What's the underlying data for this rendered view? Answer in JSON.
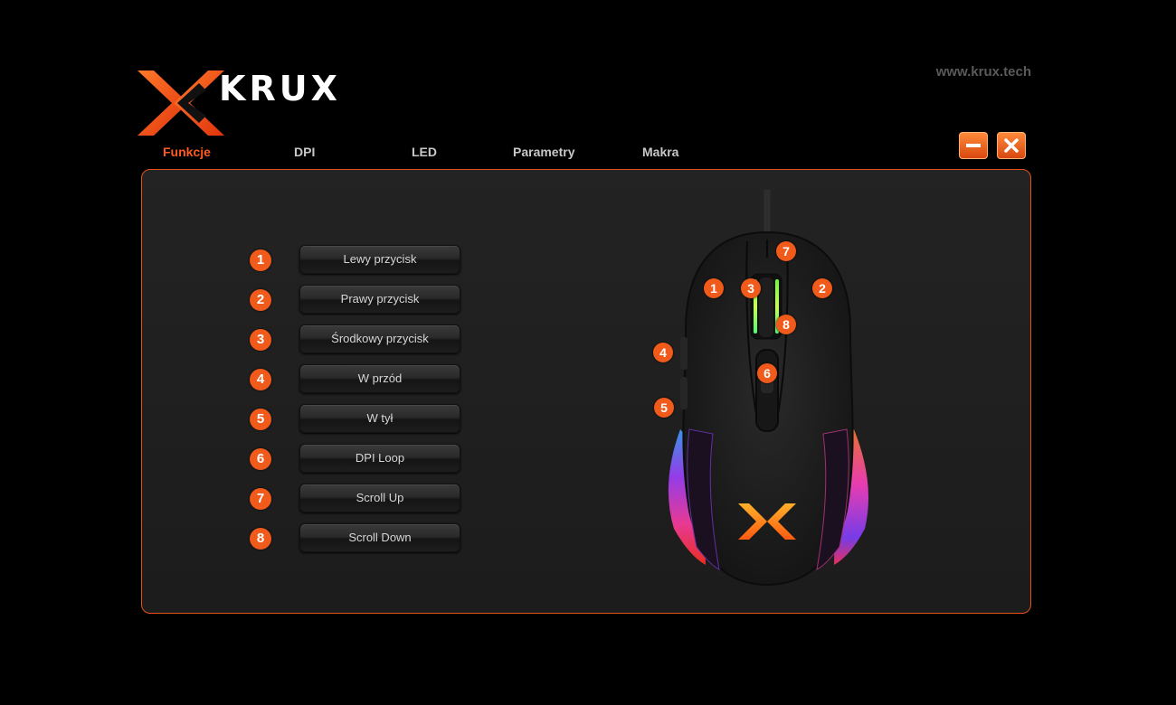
{
  "brand": {
    "name": "KRUX",
    "url": "www.krux.tech",
    "accent": "#f05a1a"
  },
  "tabs": [
    {
      "label": "Funkcje",
      "active": true
    },
    {
      "label": "DPI",
      "active": false
    },
    {
      "label": "LED",
      "active": false
    },
    {
      "label": "Parametry",
      "active": false
    },
    {
      "label": "Makra",
      "active": false
    }
  ],
  "window_controls": {
    "minimize_icon": "minimize-icon",
    "close_icon": "close-icon"
  },
  "functions": [
    {
      "num": "1",
      "label": "Lewy przycisk"
    },
    {
      "num": "2",
      "label": "Prawy przycisk"
    },
    {
      "num": "3",
      "label": "Środkowy przycisk"
    },
    {
      "num": "4",
      "label": "W przód"
    },
    {
      "num": "5",
      "label": "W tył"
    },
    {
      "num": "6",
      "label": "DPI Loop"
    },
    {
      "num": "7",
      "label": "Scroll Up"
    },
    {
      "num": "8",
      "label": "Scroll Down"
    }
  ],
  "mouse_markers": [
    "1",
    "2",
    "3",
    "4",
    "5",
    "6",
    "7",
    "8"
  ]
}
